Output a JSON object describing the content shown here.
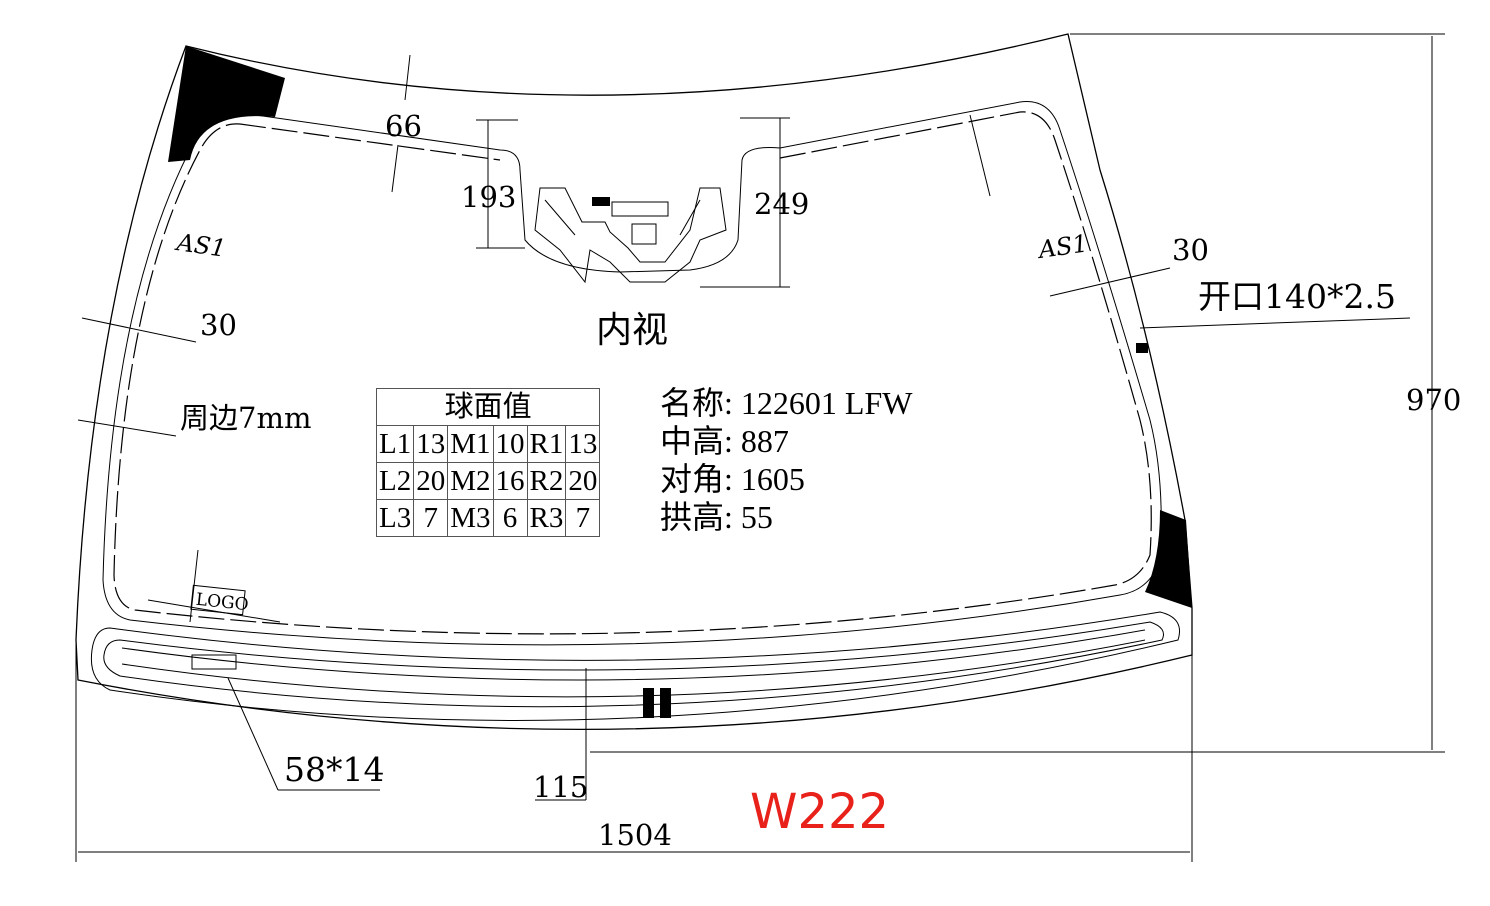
{
  "view_label": "内视",
  "edge_note": "周边7mm",
  "opening_note": "开口140*2.5",
  "logo_label": "LOGO",
  "as1_left": "AS1",
  "as1_right": "AS1",
  "dimensions": {
    "top_band": "66",
    "sensor_left": "193",
    "sensor_right": "249",
    "side_left": "30",
    "side_right": "30",
    "height": "970",
    "bottom_band": "115",
    "width": "1504",
    "pad": "58*14"
  },
  "sphere_table": {
    "title": "球面值",
    "rows": [
      [
        "L1",
        "13",
        "M1",
        "10",
        "R1",
        "13"
      ],
      [
        "L2",
        "20",
        "M2",
        "16",
        "R2",
        "20"
      ],
      [
        "L3",
        "7",
        "M3",
        "6",
        "R3",
        "7"
      ]
    ]
  },
  "info": [
    {
      "label": "名称:",
      "value": "122601 LFW"
    },
    {
      "label": "中高:",
      "value": "887"
    },
    {
      "label": "对角:",
      "value": "1605"
    },
    {
      "label": "拱高:",
      "value": "55"
    }
  ],
  "model_code": "W222",
  "colors": {
    "model_code": "#e8211a"
  }
}
